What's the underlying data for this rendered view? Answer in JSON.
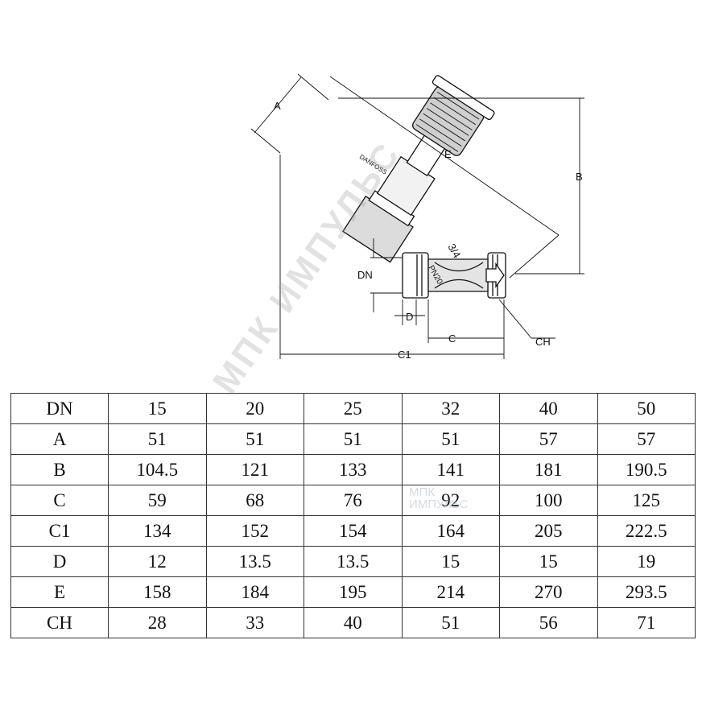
{
  "drawing": {
    "dim_labels": {
      "A": "A",
      "E": "E",
      "B": "B",
      "DN": "DN",
      "D": "D",
      "C": "C",
      "C1": "C1",
      "CH": "CH"
    },
    "body_marks": {
      "size": "3/4",
      "pressure": "PN20",
      "brand": "DANFOSS"
    }
  },
  "table": {
    "rows": [
      {
        "key": "DN",
        "values": [
          "15",
          "20",
          "25",
          "32",
          "40",
          "50"
        ]
      },
      {
        "key": "A",
        "values": [
          "51",
          "51",
          "51",
          "51",
          "57",
          "57"
        ]
      },
      {
        "key": "B",
        "values": [
          "104.5",
          "121",
          "133",
          "141",
          "181",
          "190.5"
        ]
      },
      {
        "key": "C",
        "values": [
          "59",
          "68",
          "76",
          "92",
          "100",
          "125"
        ]
      },
      {
        "key": "C1",
        "values": [
          "134",
          "152",
          "154",
          "164",
          "205",
          "222.5"
        ]
      },
      {
        "key": "D",
        "values": [
          "12",
          "13.5",
          "13.5",
          "15",
          "15",
          "19"
        ]
      },
      {
        "key": "E",
        "values": [
          "158",
          "184",
          "195",
          "214",
          "270",
          "293.5"
        ]
      },
      {
        "key": "CH",
        "values": [
          "28",
          "33",
          "40",
          "51",
          "56",
          "71"
        ]
      }
    ]
  },
  "watermark": {
    "diagonal": "МПК ИМПУЛЬС",
    "logo_line1": "МПК",
    "logo_line2": "ИМПУЛЬС"
  }
}
